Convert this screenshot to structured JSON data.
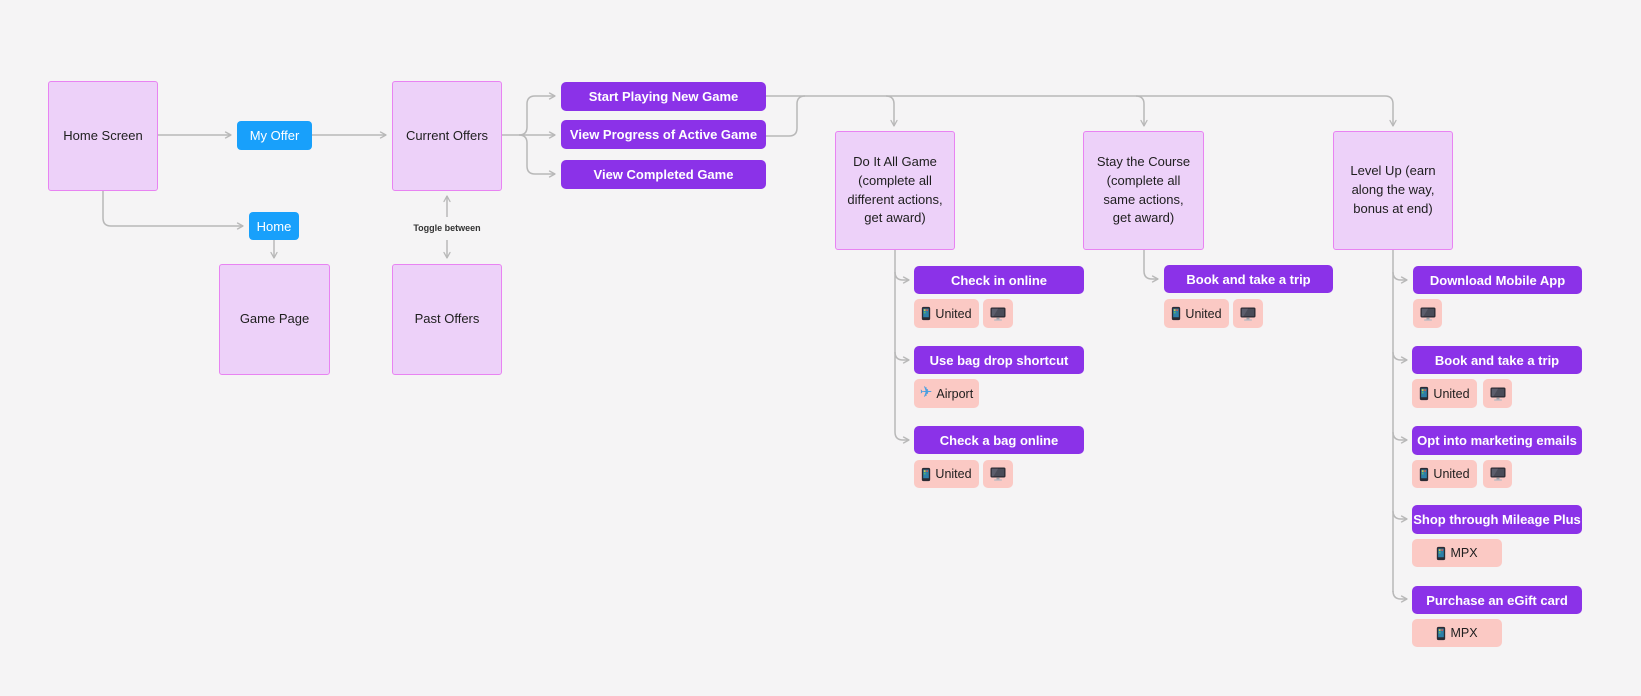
{
  "colors": {
    "background": "#F5F4F5",
    "box_fill": "#EDD1F9",
    "box_border": "#E883F2",
    "button_purple": "#8B32E8",
    "button_blue": "#18A0FB",
    "tag_pink": "#FBC9C4",
    "connector": "#B8B8B8",
    "text_dark": "#1E1E1E",
    "text_light": "#FFFFFF"
  },
  "flow": {
    "screens": {
      "home_screen": "Home Screen",
      "current_offers": "Current Offers",
      "game_page": "Game Page",
      "past_offers": "Past Offers"
    },
    "nav": {
      "my_offer": "My Offer",
      "home": "Home"
    },
    "toggle_label": "Toggle between",
    "offer_menu": {
      "start_new": "Start Playing New Game",
      "view_progress": "View Progress of Active Game",
      "view_completed": "View Completed Game"
    },
    "games": {
      "do_it_all": "Do It All Game (complete all different actions, get award)",
      "stay_the_course": "Stay the Course (complete all same actions, get award)",
      "level_up": "Level Up (earn along the way, bonus at end)"
    },
    "actions": {
      "check_in_online": "Check in online",
      "use_bag_drop": "Use bag drop shortcut",
      "check_bag_online": "Check a bag online",
      "book_trip_stay": "Book and take a trip",
      "download_app": "Download Mobile App",
      "book_trip_level": "Book and take a trip",
      "opt_marketing": "Opt into marketing emails",
      "shop_mpx": "Shop through Mileage Plus",
      "egift_card": "Purchase an eGift card"
    },
    "tags": {
      "united": "United",
      "airport": "Airport",
      "mpx": "MPX"
    },
    "icons": {
      "airplane_glyph": "✈",
      "smartphone": "smartphone-icon",
      "desktop": "desktop-computer-icon"
    }
  }
}
